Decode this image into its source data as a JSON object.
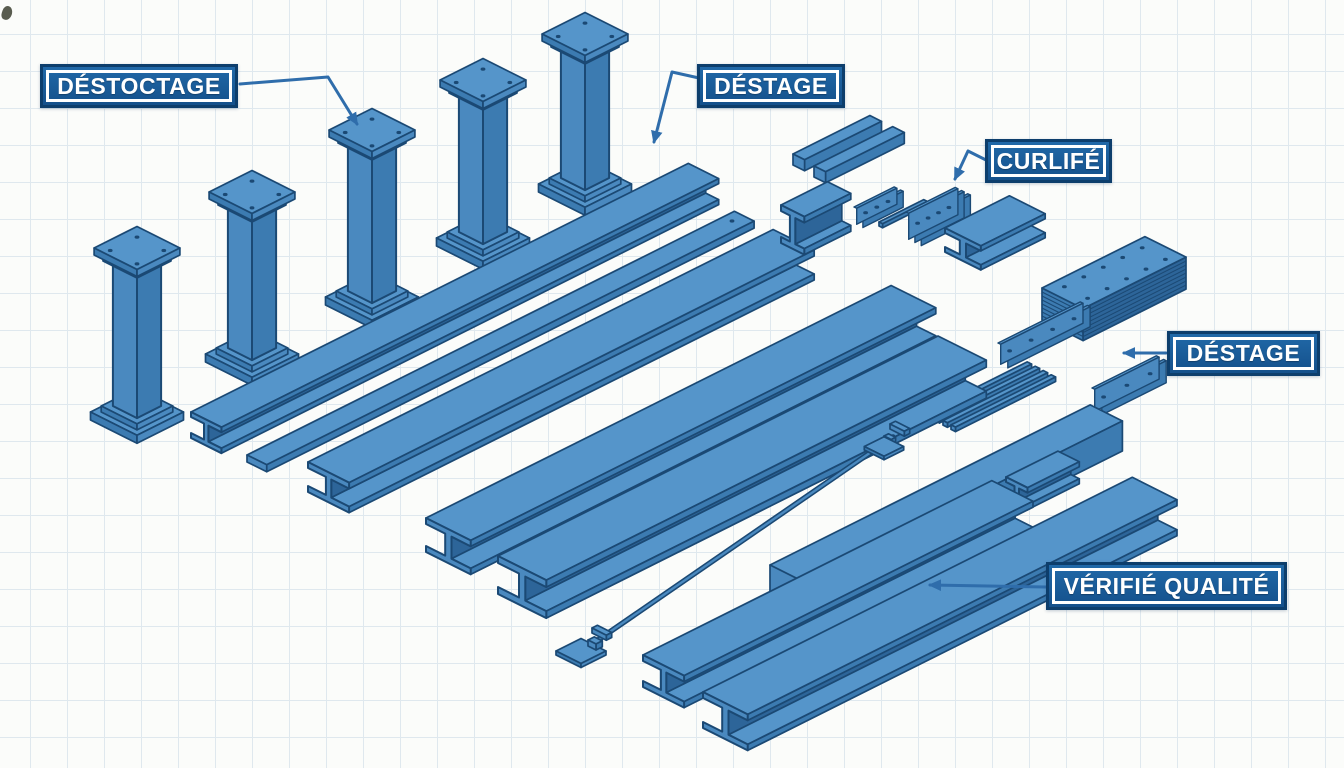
{
  "diagram": {
    "type": "isometric-technical-illustration",
    "subject": "Steel structural components laid out on grid paper",
    "labels": [
      {
        "id": "destoctage",
        "text": "DÉSTOCTAGE"
      },
      {
        "id": "destage-top",
        "text": "DÉSTAGE"
      },
      {
        "id": "curlife",
        "text": "CURLIFÉ"
      },
      {
        "id": "destage-right",
        "text": "DÉSTAGE"
      },
      {
        "id": "verifie-qualite",
        "text": "VÉRIFIÉ QUALITÉ"
      }
    ],
    "parts": [
      "steel-column",
      "i-beam",
      "flat-bar",
      "square-bar",
      "square-tube-beam",
      "splice-plate",
      "plate-stack",
      "tie-rod",
      "rod-bundle",
      "i-beam-stub"
    ]
  },
  "colors": {
    "paper": "#fbfcfa",
    "grid": "#dfe8ee",
    "top": "#5595ca",
    "front": "#4a89bf",
    "side": "#3c7bb1",
    "shadow": "#2d6599",
    "outline": "#1b4974",
    "leader": "#2f6dab",
    "labelBg1": "#2169a8",
    "labelBg2": "#14508b",
    "labelBorder": "#0d3e6c",
    "labelText": "#ffffff"
  }
}
